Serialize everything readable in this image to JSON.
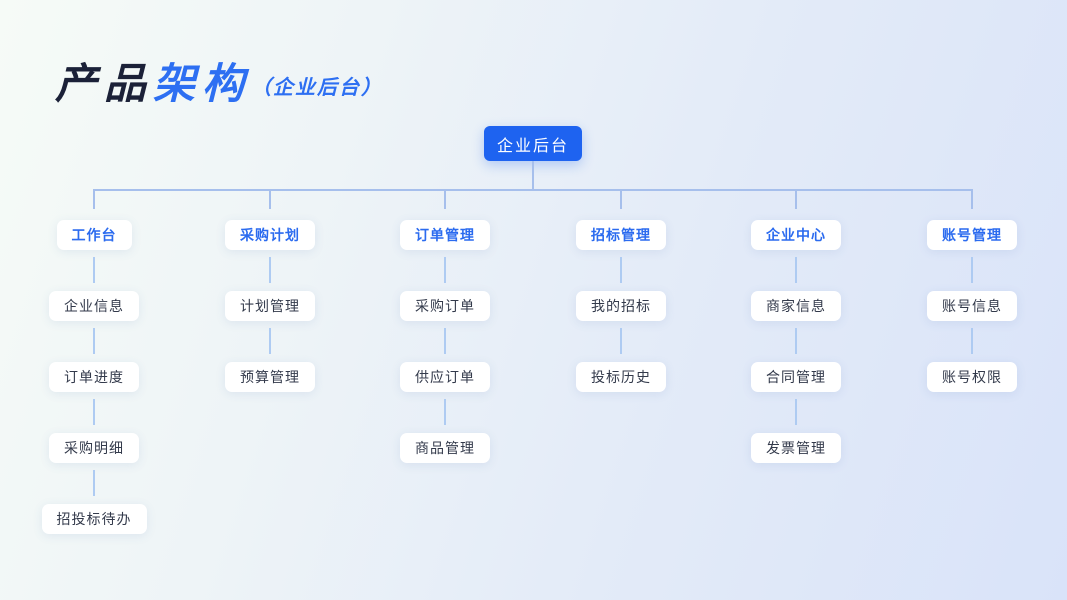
{
  "title": {
    "part1": "产品",
    "part2": "架构",
    "suffix": "（企业后台）"
  },
  "root": {
    "label": "企业后台"
  },
  "tree": {
    "columns": [
      {
        "header": "工作台",
        "children": [
          "企业信息",
          "订单进度",
          "采购明细",
          "招投标待办"
        ]
      },
      {
        "header": "采购计划",
        "children": [
          "计划管理",
          "预算管理"
        ]
      },
      {
        "header": "订单管理",
        "children": [
          "采购订单",
          "供应订单",
          "商品管理"
        ]
      },
      {
        "header": "招标管理",
        "children": [
          "我的招标",
          "投标历史"
        ]
      },
      {
        "header": "企业中心",
        "children": [
          "商家信息",
          "合同管理",
          "发票管理"
        ]
      },
      {
        "header": "账号管理",
        "children": [
          "账号信息",
          "账号权限"
        ]
      }
    ]
  },
  "colors": {
    "root_node_bg": "#1e63f0",
    "root_node_text": "#ffffff",
    "category_text": "#2b6bef",
    "item_text": "#333a4b",
    "node_bg": "#ffffff",
    "connector_line": "#a6bfec",
    "title_dark": "#1b2138",
    "title_blue": "#2d6ff2",
    "background_from": "#f6fbf7",
    "background_to": "#d9e3f9"
  }
}
